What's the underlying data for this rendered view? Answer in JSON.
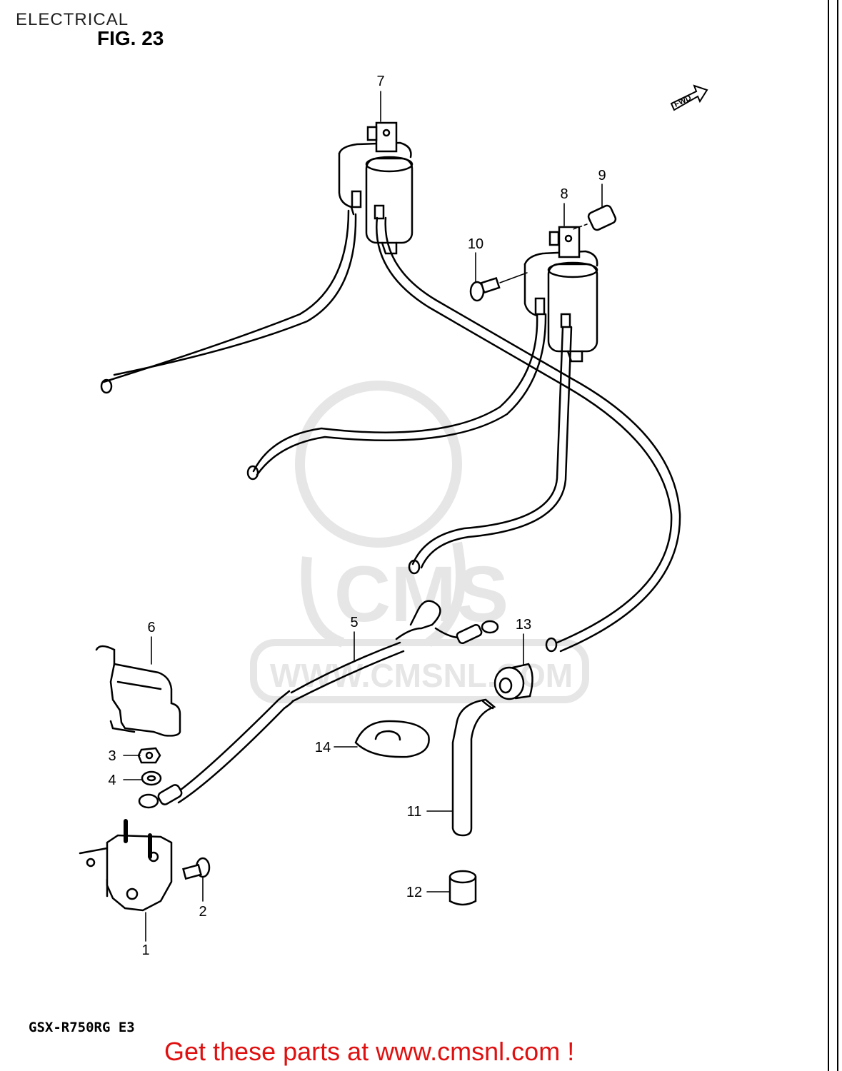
{
  "header": {
    "section": "ELECTRICAL",
    "figure": "FIG. 23"
  },
  "fwd_marker": "FWD",
  "watermark": {
    "logo_text": "CMS",
    "url": "WWW.CMSNL.COM"
  },
  "parts": [
    {
      "ref": "1"
    },
    {
      "ref": "2"
    },
    {
      "ref": "3"
    },
    {
      "ref": "4"
    },
    {
      "ref": "5"
    },
    {
      "ref": "6"
    },
    {
      "ref": "7"
    },
    {
      "ref": "8"
    },
    {
      "ref": "9"
    },
    {
      "ref": "10"
    },
    {
      "ref": "11"
    },
    {
      "ref": "12"
    },
    {
      "ref": "13"
    },
    {
      "ref": "14"
    }
  ],
  "footer": {
    "model": "GSX-R750RG E3",
    "promo": "Get these parts at www.cmsnl.com !"
  },
  "colors": {
    "line": "#000000",
    "promo": "#e01010",
    "watermark": "#e4e4e4"
  }
}
